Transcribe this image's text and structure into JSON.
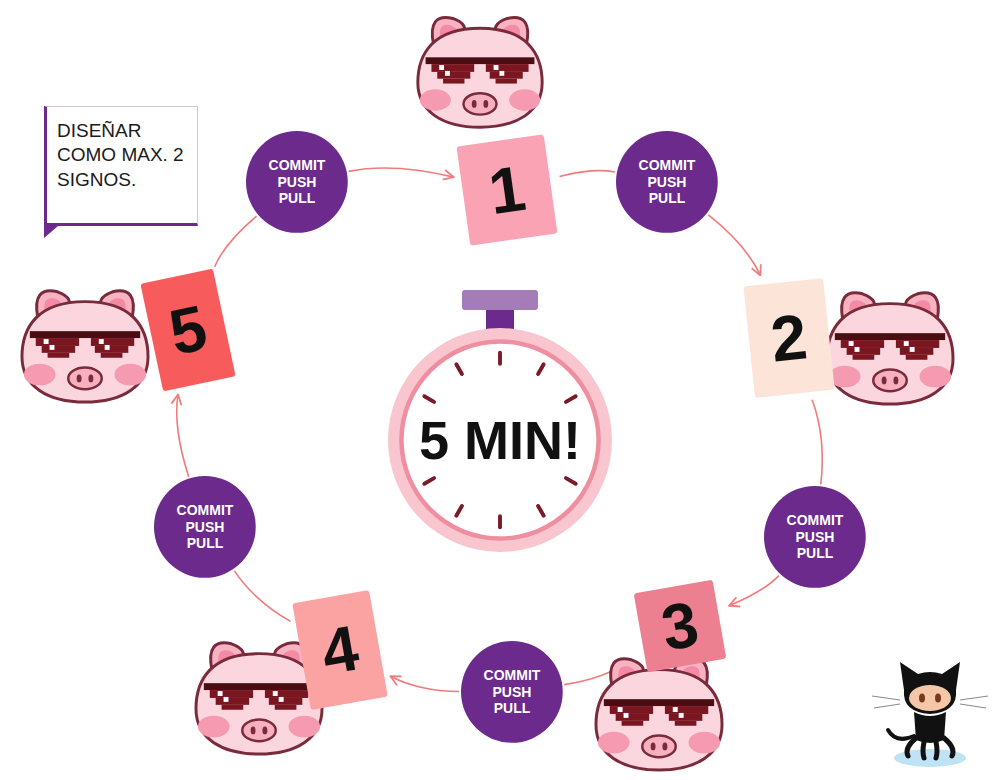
{
  "diagram": {
    "nodes": [
      {
        "text": [
          "DISEÑAR COMO MAX. 2 SIGNOS."
        ]
      },
      {
        "text": [
          "1"
        ]
      },
      {
        "text": [
          "COMMIT PUSH PULL"
        ]
      },
      {
        "text": [
          "2"
        ]
      },
      {
        "text": [
          "COMMIT PUSH PULL"
        ]
      },
      {
        "text": [
          "3"
        ]
      },
      {
        "text": [
          "COMMIT PUSH PULL"
        ]
      },
      {
        "text": [
          "4"
        ]
      },
      {
        "text": [
          "COMMIT PUSH PULL"
        ]
      },
      {
        "text": [
          "5"
        ]
      },
      {
        "text": [
          "COMMIT PUSH PULL"
        ]
      },
      {
        "text": [
          "5 MIN!"
        ]
      }
    ],
    "edges": [
      {
        "from": 1,
        "to": 2,
        "arrow": "none"
      },
      {
        "from": 2,
        "to": 3,
        "arrow": "to"
      },
      {
        "from": 3,
        "to": 4,
        "arrow": "none"
      },
      {
        "from": 4,
        "to": 5,
        "arrow": "to"
      },
      {
        "from": 5,
        "to": 6,
        "arrow": "none"
      },
      {
        "from": 6,
        "to": 7,
        "arrow": "to"
      },
      {
        "from": 7,
        "to": 8,
        "arrow": "none"
      },
      {
        "from": 8,
        "to": 9,
        "arrow": "to"
      },
      {
        "from": 9,
        "to": 10,
        "arrow": "none"
      },
      {
        "from": 10,
        "to": 1,
        "arrow": "to"
      }
    ]
  }
}
